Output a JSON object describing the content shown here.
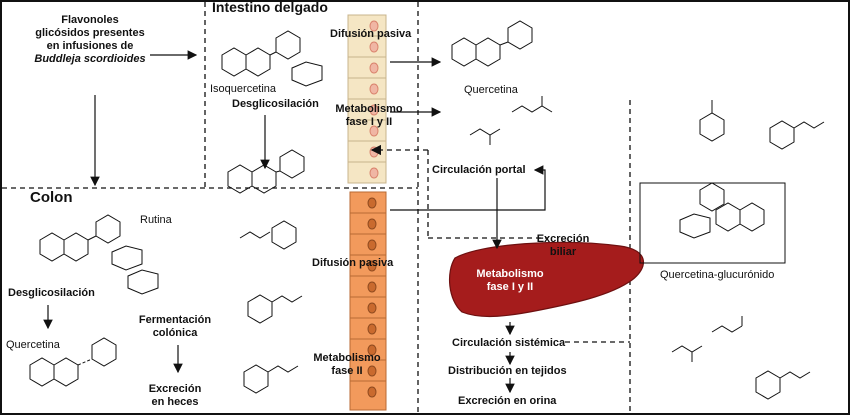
{
  "intro": {
    "line1": "Flavonoles",
    "line2": "glicósidos presentes",
    "line3": "en infusiones de",
    "line4": "Buddleja scordioides"
  },
  "intestine": {
    "title": "Intestino delgado",
    "isoquercetina": "Isoquercetina",
    "desglicosilacion": "Desglicosilación",
    "difusion": "Difusión pasiva",
    "metab_line1": "Metabolismo",
    "metab_line2": "fase I y II"
  },
  "quercetina_top": "Quercetina",
  "circulacion_portal": "Circulación portal",
  "excrecion_biliar_1": "Excreción",
  "excrecion_biliar_2": "biliar",
  "liver": {
    "line1": "Metabolismo",
    "line2": "fase I y II"
  },
  "circulacion_sistemica": "Circulación sistémica",
  "distribucion": "Distribución en tejidos",
  "excrecion_orina": "Excreción en orina",
  "colon": {
    "title": "Colon",
    "rutina": "Rutina",
    "desglicosilacion": "Desglicosilación",
    "quercetina": "Quercetina",
    "fermentacion_1": "Fermentación",
    "fermentacion_2": "colónica",
    "excrecion_1": "Excreción",
    "excrecion_2": "en heces",
    "difusion": "Difusión pasiva",
    "metab_line1": "Metabolismo",
    "metab_line2": "fase II"
  },
  "glucuronide": "Quercetina-glucurónido",
  "colors": {
    "liver": "#a51c1c",
    "small_intestine_cells": "#f5e6c4",
    "colon_cells": "#f29a5c"
  }
}
